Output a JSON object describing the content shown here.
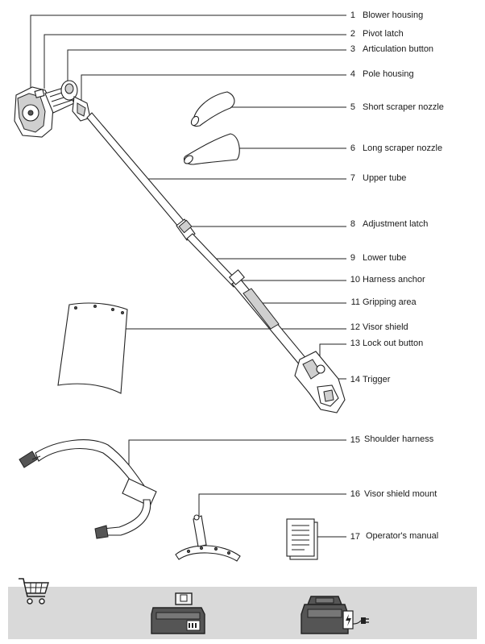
{
  "parts": [
    {
      "number": "1",
      "label": "Blower housing"
    },
    {
      "number": "2",
      "label": "Pivot latch"
    },
    {
      "number": "3",
      "label": "Articulation button"
    },
    {
      "number": "4",
      "label": "Pole housing"
    },
    {
      "number": "5",
      "label": "Short scraper nozzle"
    },
    {
      "number": "6",
      "label": "Long scraper nozzle"
    },
    {
      "number": "7",
      "label": "Upper tube"
    },
    {
      "number": "8",
      "label": "Adjustment latch"
    },
    {
      "number": "9",
      "label": "Lower tube"
    },
    {
      "number": "10",
      "label": "Harness anchor"
    },
    {
      "number": "11",
      "label": "Gripping area"
    },
    {
      "number": "12",
      "label": "Visor shield"
    },
    {
      "number": "13",
      "label": "Lock out button"
    },
    {
      "number": "14",
      "label": "Trigger"
    },
    {
      "number": "15",
      "label": "Shoulder harness"
    },
    {
      "number": "16",
      "label": "Visor shield mount"
    },
    {
      "number": "17",
      "label": "Operator's manual"
    }
  ],
  "footer": {
    "icons": [
      "shopping-cart-icon",
      "battery-pack-icon",
      "battery-charger-icon"
    ],
    "band_color": "#d9d9d9"
  }
}
